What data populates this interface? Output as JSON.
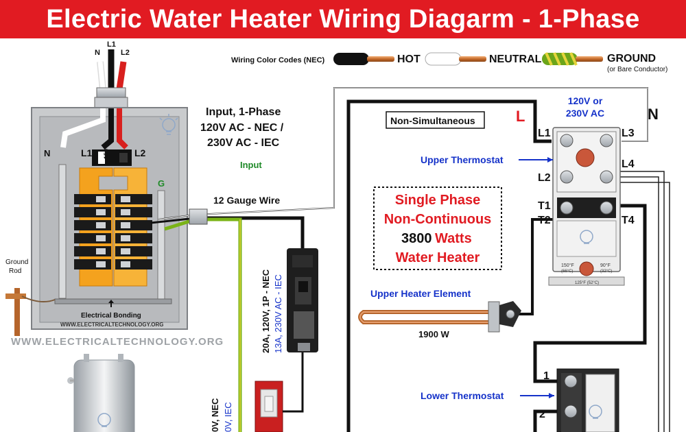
{
  "title": "Electric Water Heater Wiring Diagarm - 1-Phase",
  "colors": {
    "title_bg": "#e11b22",
    "hot": "#111111",
    "neutral": "#ffffff",
    "ground": "#7ab317",
    "l2_red": "#d8201e",
    "busbar": "#f4a21e",
    "blue_text": "#1532c9",
    "red_text": "#e11b22"
  },
  "legend": {
    "label": "Wiring Color Codes (NEC)",
    "hot": "HOT",
    "neutral": "NEUTRAL",
    "ground": "GROUND",
    "ground_note": "(or Bare Conductor)"
  },
  "supply": {
    "n": "N",
    "l1": "L1",
    "l2": "L2"
  },
  "panel": {
    "n": "N",
    "l1": "L1",
    "l2": "L2",
    "g": "G",
    "main_breaker": "150",
    "bonding": "Electrical Bonding",
    "site": "WWW.ELECTRICALTECHNOLOGY.ORG"
  },
  "ground_rod": {
    "line1": "Ground",
    "line2": "Rod"
  },
  "input": {
    "line1": "Input, 1-Phase",
    "line2": "120V AC - NEC /",
    "line3": "230V AC - IEC",
    "label": "Input"
  },
  "wire_gauge": "12 Gauge Wire",
  "watermark": "WWW.ELECTRICALTECHNOLOGY.ORG",
  "breaker": {
    "black_text": "20A, 120V, 1P - NEC",
    "blue_text": "13A, 230V AC - IEC"
  },
  "bottom_left": {
    "black_text": "0V, NEC",
    "blue_text": "0V, IEC"
  },
  "heater": {
    "mode": "Non-Simultaneous",
    "L": "L",
    "N": "N",
    "voltage_line1": "120V or",
    "voltage_line2": "230V AC",
    "info_line1": "Single Phase",
    "info_line2": "Non-Continuous",
    "info_watts_num": "3800",
    "info_watts_word": "Watts",
    "info_line4": "Water Heater"
  },
  "upper_thermostat": {
    "label": "Upper Thermostat",
    "terminals": {
      "l1": "L1",
      "l3": "L3",
      "l4": "L4",
      "l2": "L2",
      "t1": "T1",
      "t2": "T2",
      "t4": "T4"
    },
    "temps": {
      "t150": "150°F",
      "t150c": "(66°C)",
      "t90": "90°F",
      "t90c": "(32°C)",
      "t125": "125°F (52°C)"
    }
  },
  "upper_element": {
    "label": "Upper Heater Element",
    "watts": "1900 W"
  },
  "lower_thermostat": {
    "label": "Lower Thermostat",
    "t1": "1",
    "t2": "2"
  }
}
